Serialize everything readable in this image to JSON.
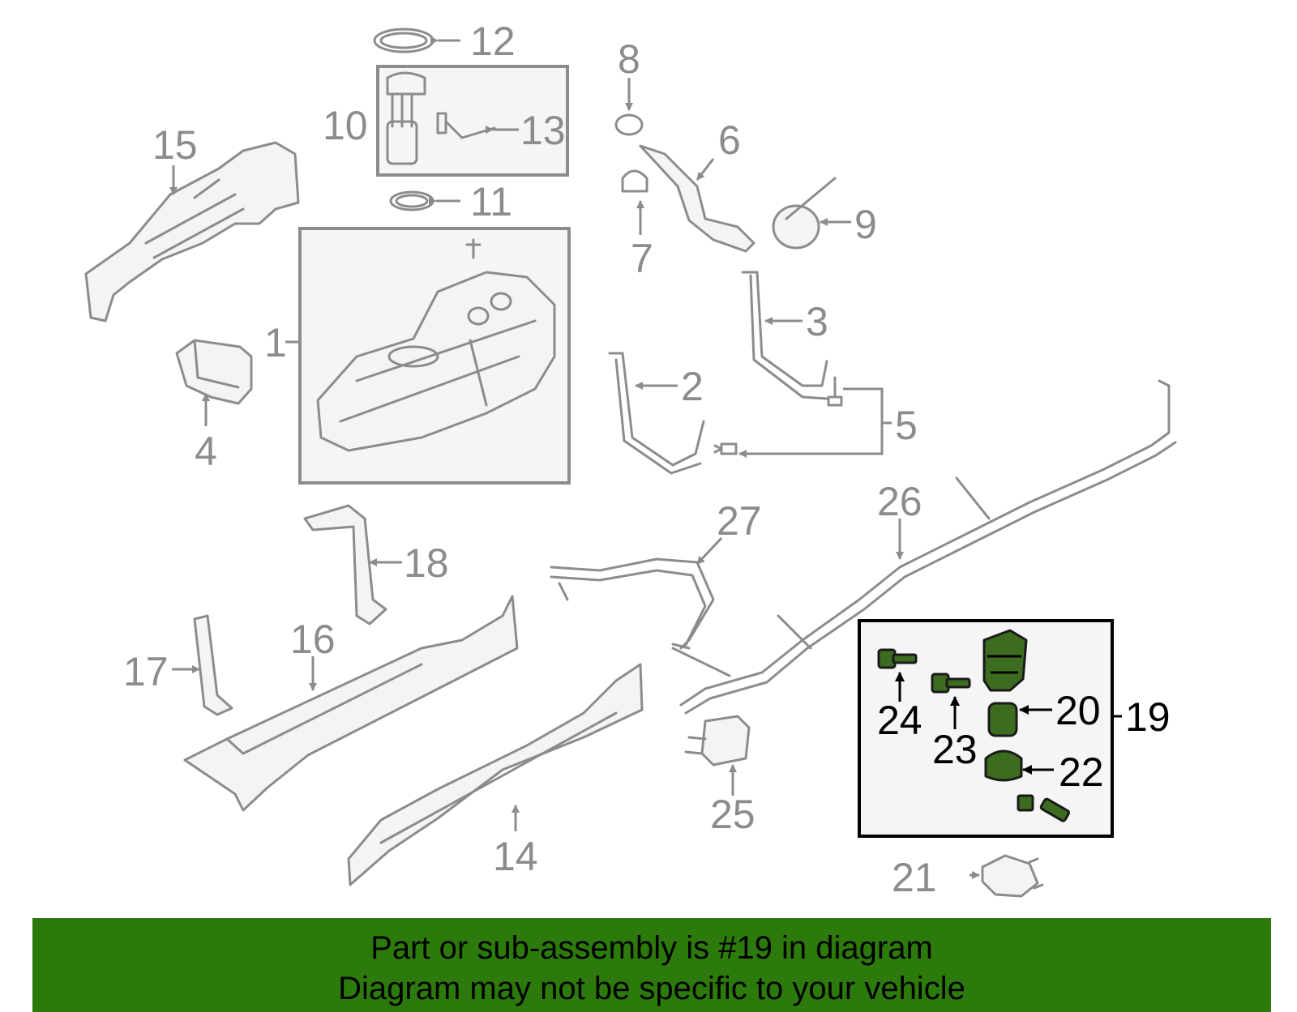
{
  "diagram": {
    "callouts": {
      "c1": "1",
      "c2": "2",
      "c3": "3",
      "c4": "4",
      "c5": "5",
      "c6": "6",
      "c7": "7",
      "c8": "8",
      "c9": "9",
      "c10": "10",
      "c11": "11",
      "c12": "12",
      "c13": "13",
      "c14": "14",
      "c15": "15",
      "c16": "16",
      "c17": "17",
      "c18": "18",
      "c19": "19",
      "c20": "20",
      "c21": "21",
      "c22": "22",
      "c23": "23",
      "c24": "24",
      "c25": "25",
      "c26": "26",
      "c27": "27"
    },
    "highlighted_part": "19",
    "colors": {
      "line": "#8c8c8c",
      "highlight": "#000000",
      "part_green": "#3d6b1f",
      "banner": "#2d7a0c"
    }
  },
  "banner": {
    "line1": "Part or sub-assembly is #19 in diagram",
    "line2": "Diagram may not be specific to your vehicle"
  }
}
